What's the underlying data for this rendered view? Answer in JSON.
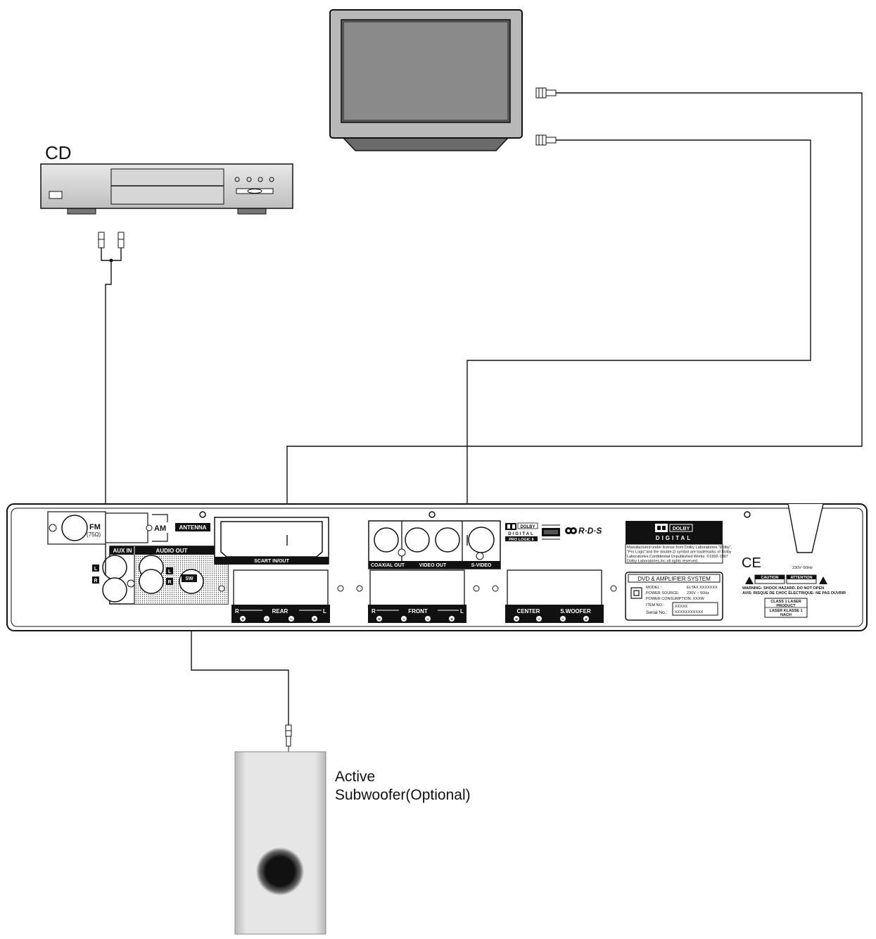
{
  "devices": {
    "cd_label": "CD",
    "subwoofer_line1": "Active",
    "subwoofer_line2": "Subwoofer(Optional)"
  },
  "panel": {
    "fm": "FM",
    "fm_ohm": "(75Ω)",
    "am": "AM",
    "antenna": "ANTENNA",
    "aux_in": "AUX IN",
    "audio_out": "AUDIO OUT",
    "l": "L",
    "r": "R",
    "sw": "SW",
    "scart": "SCART IN/OUT",
    "coaxial_out": "COAXIAL OUT",
    "video_out": "VIDEO OUT",
    "s_video": "S-VIDEO",
    "rear": "REAR",
    "front": "FRONT",
    "center": "CENTER",
    "s_woofer": "S.WOOFER",
    "rear_r": "R",
    "rear_l": "L",
    "front_r": "R",
    "front_l": "L",
    "rds": "R·D·S",
    "dolby": "DOLBY",
    "digital": "DIGITAL",
    "pro_logic": "PRO LOGIC II",
    "dolby_notice_1": "Manufactured under license from Dolby Laboratories.\"Dolby\",",
    "dolby_notice_2": "\"Pro Logic\"and the double-D symbol are trademarks of Dolby",
    "dolby_notice_3": "Laboratories.Confidential Unpublished Works. ©1992-1997",
    "dolby_notice_4": "Dolby Laboratories,Inc.all rights reserved.",
    "system_title": "DVD & AMPLIFIER SYSTEM",
    "model_label": "MODEL :",
    "model_value": "ELTAX XXXXXXX",
    "power_source_label": "POWER SOURCE:",
    "power_source_value": "230V ~ 50Hz",
    "power_consumption_label": "POWER CONSUMPTION: XXXW",
    "item_no_label": "ITEM NO.:",
    "item_no_value": "XXXXX",
    "serial_label": "Serial No.:",
    "serial_value": "XXXXXXXXXXX",
    "ce": "CE",
    "voltage": "230V~50Hz",
    "caution": "CAUTION",
    "attention": "ATTENTION",
    "warning_1": "WARNING: SHOCK HAZARD. DO NOT OPEN",
    "warning_2": "AVIS: RISQUE DE CHOC ÉLECTRIQUE- NE PAS OUVRIR",
    "laser_1": "CLASS 1 LASER",
    "laser_2": "PRODUCT",
    "laser_3": "LASER KLASSE 1",
    "laser_4": "NACH"
  }
}
